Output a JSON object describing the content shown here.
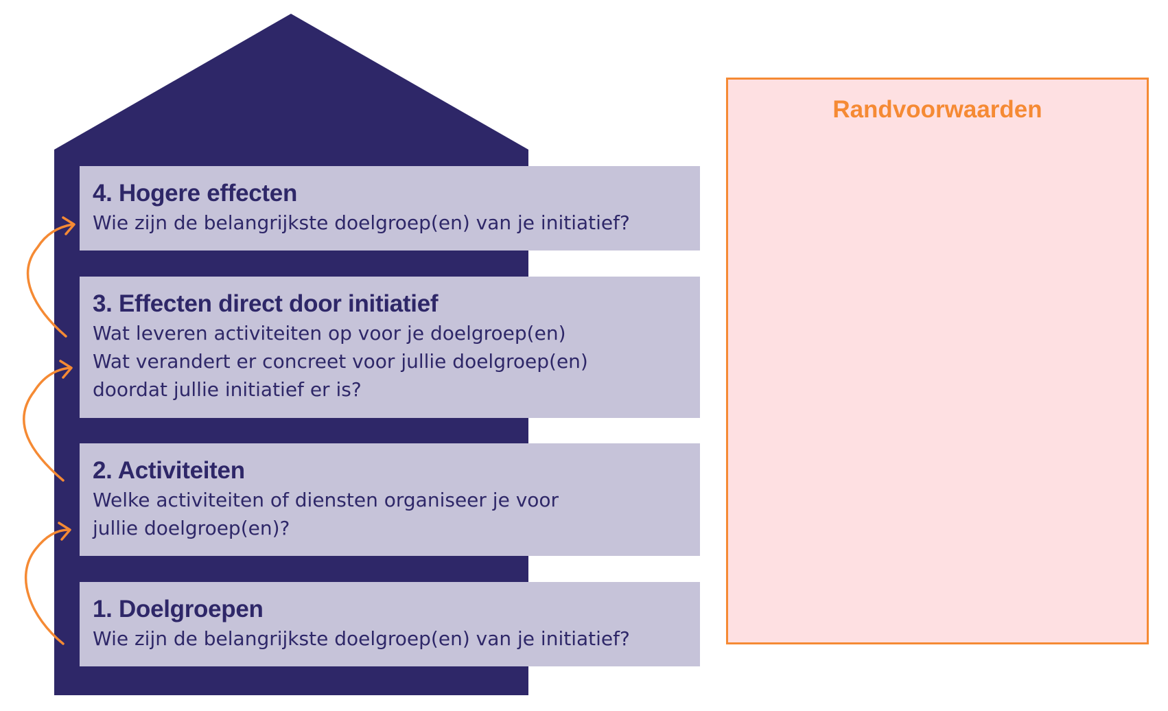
{
  "colors": {
    "house": "#2e2768",
    "panel": "#c6c3d9",
    "text": "#2e2768",
    "accent": "#f58a34",
    "box_fill": "#fee0e2"
  },
  "levels": [
    {
      "title": "4. Hogere effecten",
      "lines": [
        "Wie zijn de belangrijkste doelgroep(en) van je initiatief?"
      ]
    },
    {
      "title": "3. Effecten direct door initiatief",
      "lines": [
        "Wat leveren activiteiten op voor je doelgroep(en)",
        "Wat verandert er concreet voor jullie doelgroep(en)",
        "doordat jullie initiatief er is?"
      ]
    },
    {
      "title": "2. Activiteiten",
      "lines": [
        "Welke activiteiten of diensten organiseer je voor",
        "jullie doelgroep(en)?"
      ]
    },
    {
      "title": "1. Doelgroepen",
      "lines": [
        "Wie zijn de belangrijkste doelgroep(en) van je initiatief?"
      ]
    }
  ],
  "randvoorwaarden": {
    "title": "Randvoorwaarden"
  },
  "arrows": [
    {
      "from": "1. Doelgroepen",
      "to": "2. Activiteiten",
      "icon": "curved-arrow-icon"
    },
    {
      "from": "2. Activiteiten",
      "to": "3. Effecten direct door initiatief",
      "icon": "curved-arrow-icon"
    },
    {
      "from": "3. Effecten direct door initiatief",
      "to": "4. Hogere effecten",
      "icon": "curved-arrow-icon"
    }
  ]
}
